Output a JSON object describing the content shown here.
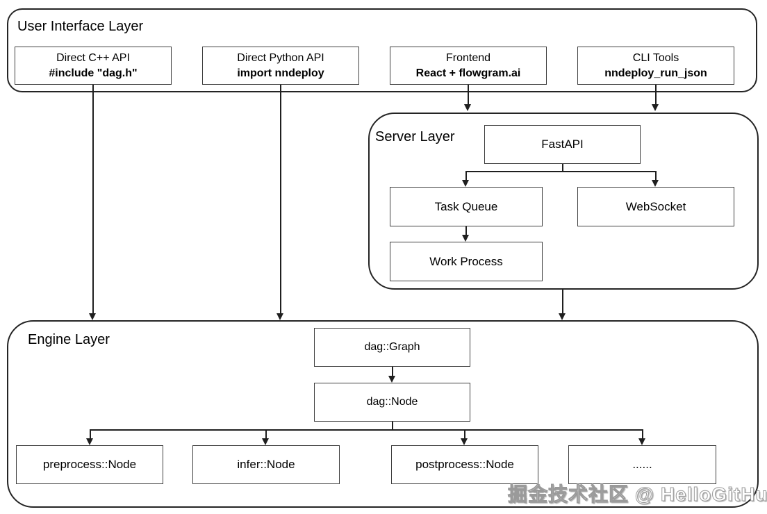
{
  "layers": {
    "ui": {
      "title": "User Interface Layer",
      "boxes": [
        {
          "line1": "Direct C++ API",
          "line2": "#include \"dag.h\""
        },
        {
          "line1": "Direct Python API",
          "line2": "import nndeploy"
        },
        {
          "line1": "Frontend",
          "line2": "React + flowgram.ai"
        },
        {
          "line1": "CLI Tools",
          "line2": "nndeploy_run_json"
        }
      ]
    },
    "server": {
      "title": "Server Layer",
      "fastapi": "FastAPI",
      "task_queue": "Task Queue",
      "websocket": "WebSocket",
      "work_process": "Work Process"
    },
    "engine": {
      "title": "Engine Layer",
      "graph": "dag::Graph",
      "node": "dag::Node",
      "children": [
        "preprocess::Node",
        "infer::Node",
        "postprocess::Node",
        "......"
      ]
    }
  },
  "watermark": "掘金技术社区 @ HelloGitHub",
  "colors": {
    "line": "#1f1f1f",
    "box_border": "#3d3d3d",
    "container_border": "#242424",
    "background": "#ffffff",
    "watermark_fill": "#ffffff",
    "watermark_outline": "#9a9a9a"
  }
}
